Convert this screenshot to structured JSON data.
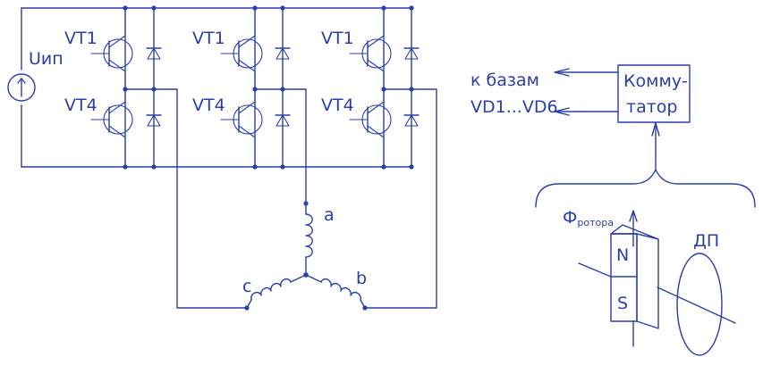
{
  "source_label": "Uип",
  "transistor_top_label": "VT1",
  "transistor_bottom_label": "VT4",
  "phase_labels": {
    "a": "a",
    "b": "b",
    "c": "c"
  },
  "bases_label_line1": "к базам",
  "bases_label_line2": "VD1...VD6",
  "commutator_line1": "Комму-",
  "commutator_line2": "татор",
  "flux_label_main": "Ф",
  "flux_label_sub": "ротора",
  "sensor_label": "ДП",
  "magnet_north": "N",
  "magnet_south": "S",
  "colors": {
    "ink": "#2a3fa8",
    "background": "#ffffff"
  }
}
